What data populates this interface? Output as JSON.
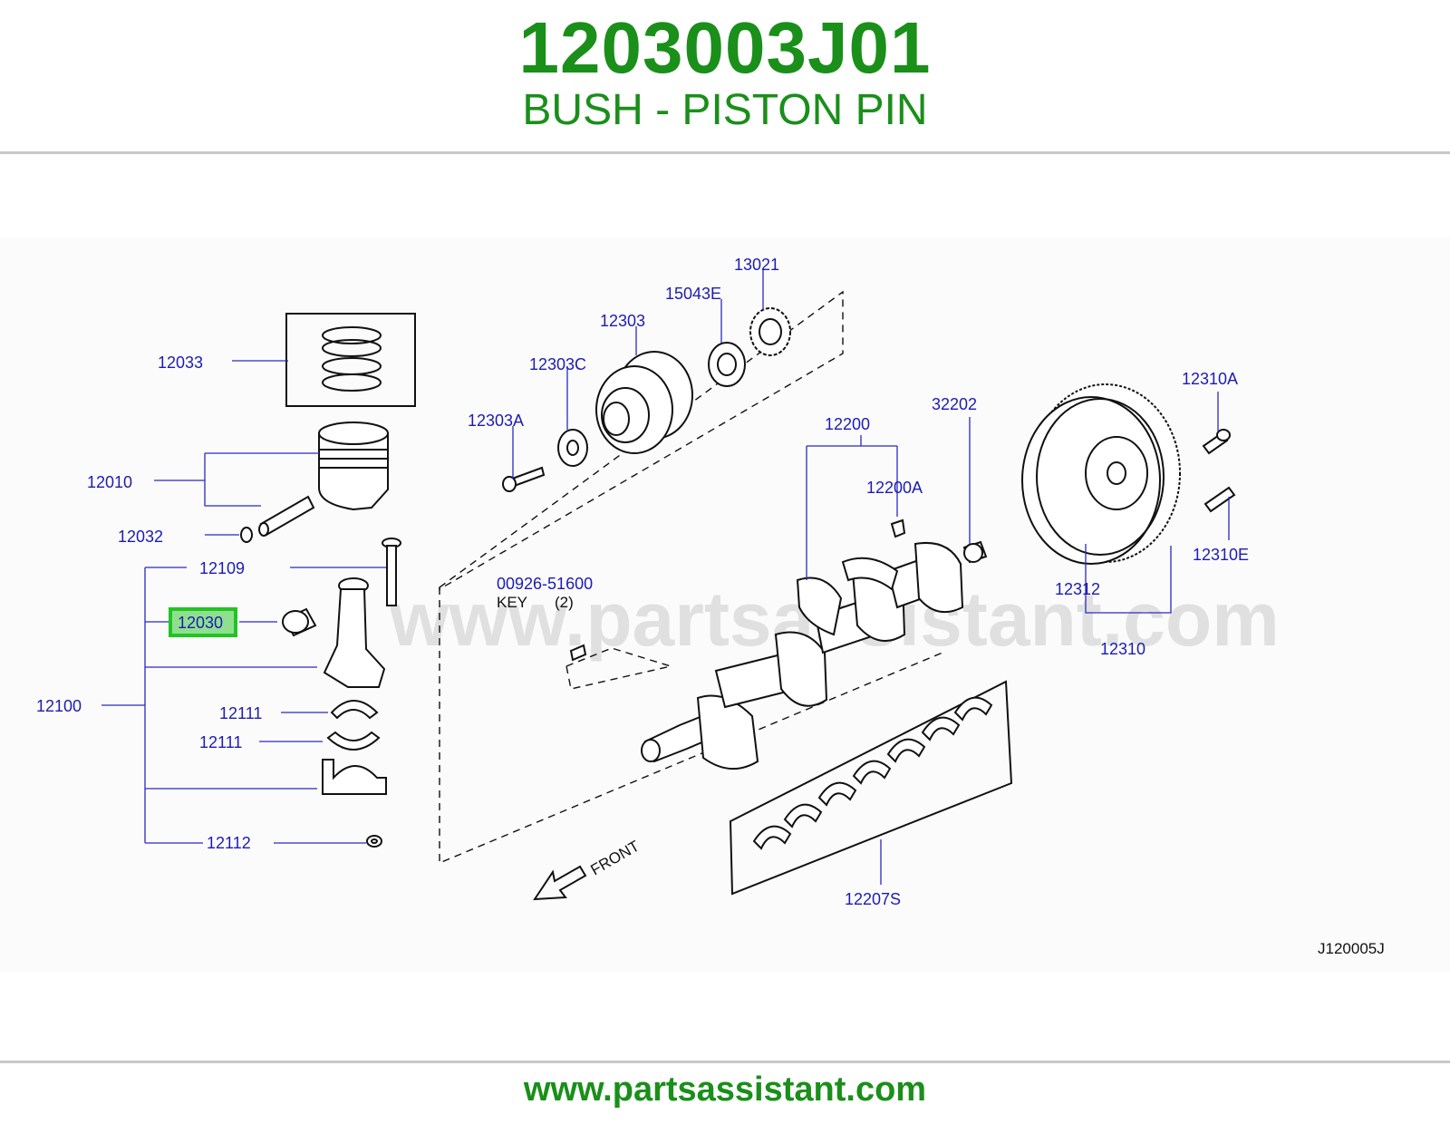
{
  "header": {
    "part_number": "1203003J01",
    "description": "BUSH - PISTON PIN"
  },
  "diagram": {
    "watermark": "www.partsassistant.com",
    "highlight_color": "#22c422",
    "labels": {
      "p13021": "13021",
      "p15043E": "15043E",
      "p12303": "12303",
      "p12303C": "12303C",
      "p12303A": "12303A",
      "p12033": "12033",
      "p12010": "12010",
      "p12032": "12032",
      "p12109": "12109",
      "p12030": "12030",
      "p12100": "12100",
      "p12111a": "12111",
      "p12111b": "12111",
      "p12112": "12112",
      "p00926": "00926-51600",
      "key": "KEY",
      "key_qty": "(2)",
      "p12200": "12200",
      "p12200A": "12200A",
      "p32202": "32202",
      "p12310A": "12310A",
      "p12310E": "12310E",
      "p12312": "12312",
      "p12310": "12310",
      "p12207S": "12207S",
      "front": "FRONT",
      "diagram_code": "J120005J"
    }
  },
  "footer": {
    "url": "www.partsassistant.com"
  }
}
